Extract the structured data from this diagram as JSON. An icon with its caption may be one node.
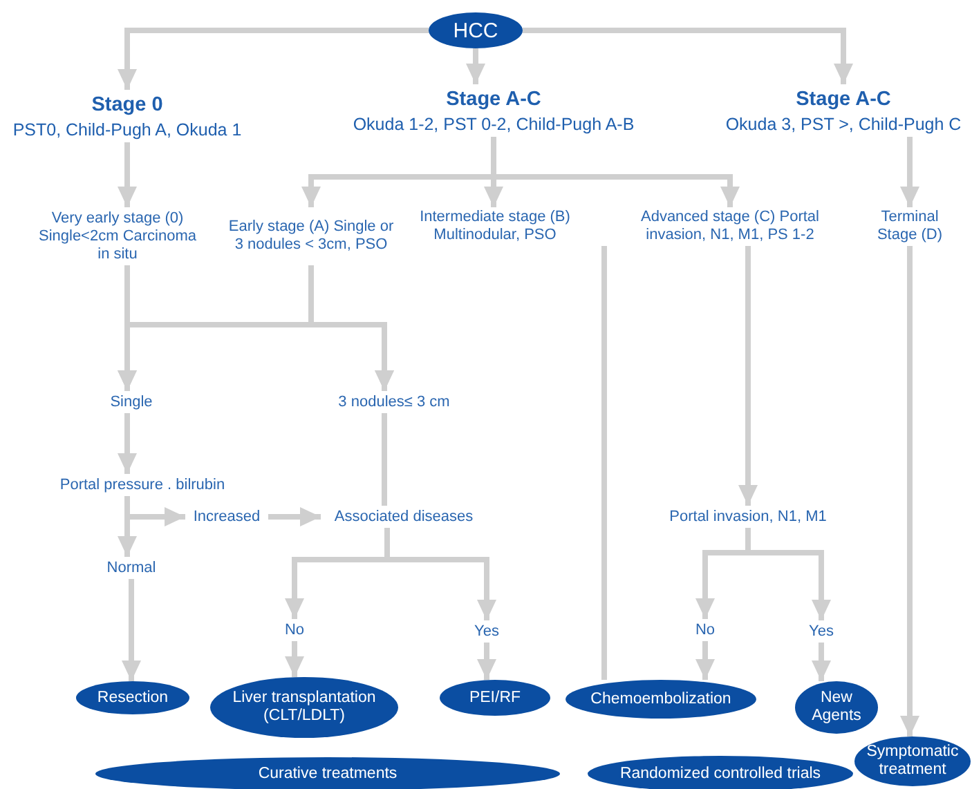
{
  "diagram": {
    "nodes": [
      {
        "text": [
          "HCC"
        ]
      },
      {
        "text": [
          "Stage 0",
          "PST0, Child-Pugh A, Okuda 1"
        ]
      },
      {
        "text": [
          "Stage A-C",
          "Okuda 1-2, PST 0-2, Child-Pugh A-B"
        ]
      },
      {
        "text": [
          "Stage A-C",
          "Okuda 3, PST >, Child-Pugh C"
        ]
      },
      {
        "text": [
          "Very early stage (0) Single<2cm Carcinoma in situ"
        ]
      },
      {
        "text": [
          "Early stage (A) Single or 3 nodules < 3cm, PSO"
        ]
      },
      {
        "text": [
          "Intermediate stage (B) Multinodular, PSO"
        ]
      },
      {
        "text": [
          "Advanced stage (C) Portal invasion, N1, M1, PS 1-2"
        ]
      },
      {
        "text": [
          "Terminal Stage (D)"
        ]
      },
      {
        "text": [
          "Single"
        ]
      },
      {
        "text": [
          "3 nodules≤ 3 cm"
        ]
      },
      {
        "text": [
          "Portal pressure . bilrubin"
        ]
      },
      {
        "text": [
          "Increased"
        ]
      },
      {
        "text": [
          "Associated diseases"
        ]
      },
      {
        "text": [
          "Portal invasion, N1, M1"
        ]
      },
      {
        "text": [
          "Normal"
        ]
      },
      {
        "text": [
          "No"
        ]
      },
      {
        "text": [
          "Yes"
        ]
      },
      {
        "text": [
          "No"
        ]
      },
      {
        "text": [
          "Yes"
        ]
      },
      {
        "text": [
          "Resection"
        ]
      },
      {
        "text": [
          "Liver transplantation (CLT/LDLT)"
        ]
      },
      {
        "text": [
          "PEI/RF"
        ]
      },
      {
        "text": [
          "Chemoembolization"
        ]
      },
      {
        "text": [
          "New Agents"
        ]
      },
      {
        "text": [
          "Curative treatments"
        ]
      },
      {
        "text": [
          "Randomized controlled trials"
        ]
      },
      {
        "text": [
          "Symptomatic treatment"
        ]
      }
    ],
    "edges": [
      {
        "from": 0,
        "to": 1,
        "arrow": "to"
      },
      {
        "from": 0,
        "to": 2,
        "arrow": "to"
      },
      {
        "from": 0,
        "to": 3,
        "arrow": "to"
      },
      {
        "from": 1,
        "to": 4,
        "arrow": "to"
      },
      {
        "from": 2,
        "to": 5,
        "arrow": "to"
      },
      {
        "from": 2,
        "to": 6,
        "arrow": "to"
      },
      {
        "from": 2,
        "to": 7,
        "arrow": "to"
      },
      {
        "from": 3,
        "to": 8,
        "arrow": "to"
      },
      {
        "from": 4,
        "to": 9,
        "arrow": "to"
      },
      {
        "from": 4,
        "to": 10,
        "arrow": "to"
      },
      {
        "from": 5,
        "to": 9,
        "arrow": "to"
      },
      {
        "from": 5,
        "to": 10,
        "arrow": "to"
      },
      {
        "from": 10,
        "to": 13,
        "arrow": "none"
      },
      {
        "from": 9,
        "to": 11,
        "arrow": "to"
      },
      {
        "from": 11,
        "to": 15,
        "arrow": "to"
      },
      {
        "from": 11,
        "to": 12,
        "arrow": "to"
      },
      {
        "from": 12,
        "to": 13,
        "arrow": "to"
      },
      {
        "from": 13,
        "to": 16,
        "arrow": "to"
      },
      {
        "from": 13,
        "to": 17,
        "arrow": "to"
      },
      {
        "from": 15,
        "to": 20,
        "arrow": "to"
      },
      {
        "from": 16,
        "to": 21,
        "arrow": "to"
      },
      {
        "from": 17,
        "to": 22,
        "arrow": "to"
      },
      {
        "from": 6,
        "to": 23,
        "arrow": "none"
      },
      {
        "from": 7,
        "to": 14,
        "arrow": "to"
      },
      {
        "from": 14,
        "to": 18,
        "arrow": "to"
      },
      {
        "from": 14,
        "to": 19,
        "arrow": "to"
      },
      {
        "from": 18,
        "to": 23,
        "arrow": "to"
      },
      {
        "from": 19,
        "to": 24,
        "arrow": "to"
      },
      {
        "from": 8,
        "to": 27,
        "arrow": "to"
      }
    ]
  }
}
